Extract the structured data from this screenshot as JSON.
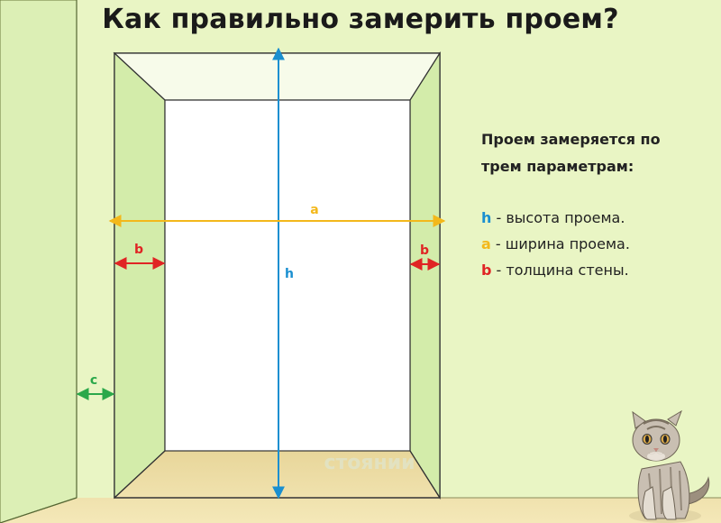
{
  "title": "Как правильно замерить проем?",
  "info": {
    "heading_line1": "Проем замеряется по",
    "heading_line2": "трем параметрам:",
    "items": [
      {
        "letter": "h",
        "text": " - высота проема.",
        "color": "#1a8fd0"
      },
      {
        "letter": "a",
        "text": " - ширина проема.",
        "color": "#f3b81b"
      },
      {
        "letter": "b",
        "text": " - толщина стены.",
        "color": "#e02424"
      }
    ]
  },
  "dimension_labels": {
    "h": "h",
    "a": "a",
    "b_left": "b",
    "b_right": "b",
    "c": "c"
  },
  "colors": {
    "background": "#e9f5c4",
    "wall_shadow": "#d3ecaa",
    "floor": "#efe0a6",
    "h_line": "#1a8fd0",
    "a_line": "#f3b81b",
    "b_line": "#e02424",
    "c_line": "#2aa84a"
  },
  "watermark": "стоянии"
}
